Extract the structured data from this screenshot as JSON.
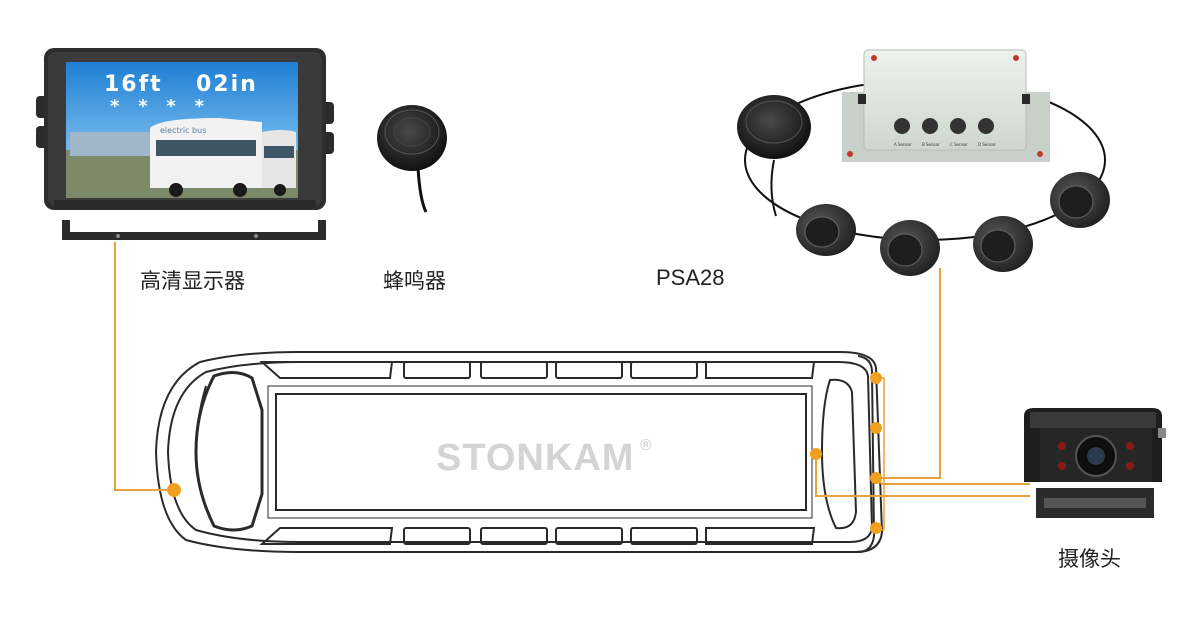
{
  "labels": {
    "monitor": "高清显示器",
    "buzzer": "蜂鸣器",
    "sensor_kit": "PSA28",
    "camera": "摄像头"
  },
  "monitor_screen": {
    "distance_feet": "16ft",
    "distance_inches": "02in",
    "stars": "*   *   *   *",
    "bus_text": "electric bus"
  },
  "control_box": {
    "ports": [
      "A Sensor",
      "B Sensor",
      "C Sensor",
      "D Sensor"
    ]
  },
  "brand": {
    "name": "STONKAM",
    "mark": "®"
  },
  "colors": {
    "wire": "#e8a23a",
    "connector": "#f0a020",
    "outline": "#2a2a2a",
    "device_dark": "#2b2b2b",
    "box_body": "#dfe5df",
    "brand_text": "#d4d4d4"
  }
}
